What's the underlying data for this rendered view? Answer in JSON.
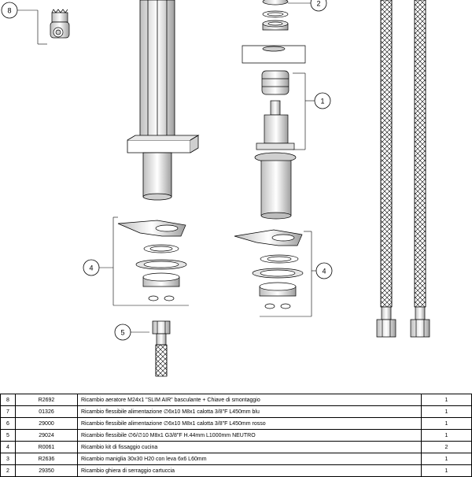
{
  "callouts": [
    "8",
    "2",
    "1",
    "4",
    "4",
    "5"
  ],
  "parts_table": {
    "rows": [
      {
        "num": "8",
        "code": "R2692",
        "description": "Ricambio  aeratore  M24x1  \"SLIM  AIR\"  basculante  +  Chiave  di  smontaggio",
        "qty": "1"
      },
      {
        "num": "7",
        "code": "01326",
        "description": "Ricambio  flessibile  alimentazione  ∅6x10  M8x1  calotta  3/8\"F  L450mm  blu",
        "qty": "1"
      },
      {
        "num": "6",
        "code": "29000",
        "description": "Ricambio  flessibile  alimentazione  ∅6x10  M8x1  calotta  3/8\"F  L450mm  rosso",
        "qty": "1"
      },
      {
        "num": "5",
        "code": "29024",
        "description": "Ricambio  flessibile  ∅6/∅10  M8x1  G3/8\"F  H.44mm  L1000mm  NEUTRO",
        "qty": "1"
      },
      {
        "num": "4",
        "code": "R0061",
        "description": "Ricambio  kit  di  fissaggio  cucina",
        "qty": "2"
      },
      {
        "num": "3",
        "code": "R2636",
        "description": "Ricambio  maniglia  30x30  H20  con  leva  6x6  L60mm",
        "qty": "1"
      },
      {
        "num": "2",
        "code": "29350",
        "description": "Ricambio  ghiera  di  serraggio  cartuccia",
        "qty": "1"
      }
    ]
  },
  "colors": {
    "line": "#000000",
    "fill": "#ffffff",
    "shade": "#cfcfcf"
  }
}
